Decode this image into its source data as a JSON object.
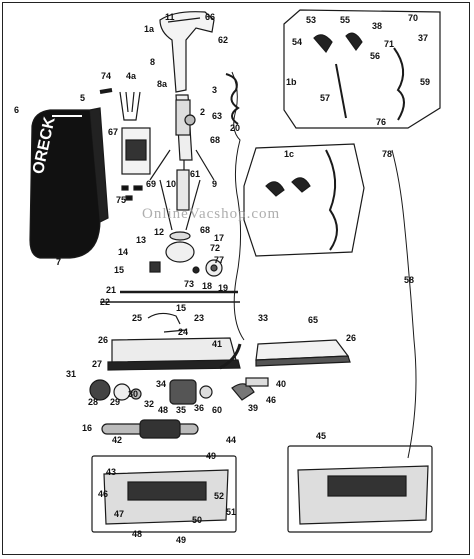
{
  "watermark": "OnlineVacshop.com",
  "brand_text": "ORECK",
  "part_numbers": [
    "1a",
    "1b",
    "1c",
    "2",
    "3",
    "4a",
    "5",
    "6",
    "7",
    "8",
    "8a",
    "9",
    "10",
    "11",
    "12",
    "13",
    "14",
    "15",
    "16",
    "17",
    "18",
    "19",
    "20",
    "21",
    "22",
    "23",
    "24",
    "25",
    "26",
    "27",
    "28",
    "29",
    "30",
    "31",
    "32",
    "33",
    "34",
    "35",
    "36",
    "37",
    "38",
    "39",
    "40",
    "41",
    "42",
    "43",
    "44",
    "45",
    "46",
    "47",
    "48",
    "49",
    "50",
    "51",
    "52",
    "53",
    "54",
    "55",
    "56",
    "57",
    "58",
    "59",
    "60",
    "61",
    "62",
    "63",
    "65",
    "66",
    "67",
    "68",
    "69",
    "70",
    "71",
    "72",
    "73",
    "74",
    "75",
    "76",
    "77",
    "78"
  ],
  "labels": [
    {
      "id": "66",
      "text": "66"
    },
    {
      "id": "11",
      "text": "11"
    },
    {
      "id": "1a",
      "text": "1a"
    },
    {
      "id": "62",
      "text": "62"
    },
    {
      "id": "8",
      "text": "8"
    },
    {
      "id": "8a",
      "text": "8a"
    },
    {
      "id": "3",
      "text": "3"
    },
    {
      "id": "2",
      "text": "2"
    },
    {
      "id": "63",
      "text": "63"
    },
    {
      "id": "68a",
      "text": "68"
    },
    {
      "id": "20",
      "text": "20"
    },
    {
      "id": "74",
      "text": "74"
    },
    {
      "id": "4a",
      "text": "4a"
    },
    {
      "id": "5",
      "text": "5"
    },
    {
      "id": "6",
      "text": "6"
    },
    {
      "id": "67",
      "text": "67"
    },
    {
      "id": "69",
      "text": "69"
    },
    {
      "id": "10",
      "text": "10"
    },
    {
      "id": "61",
      "text": "61"
    },
    {
      "id": "9",
      "text": "9"
    },
    {
      "id": "75",
      "text": "75"
    },
    {
      "id": "7",
      "text": "7"
    },
    {
      "id": "12",
      "text": "12"
    },
    {
      "id": "68b",
      "text": "68"
    },
    {
      "id": "13",
      "text": "13"
    },
    {
      "id": "14",
      "text": "14"
    },
    {
      "id": "17",
      "text": "17"
    },
    {
      "id": "72",
      "text": "72"
    },
    {
      "id": "77",
      "text": "77"
    },
    {
      "id": "15a",
      "text": "15"
    },
    {
      "id": "73",
      "text": "73"
    },
    {
      "id": "18",
      "text": "18"
    },
    {
      "id": "19",
      "text": "19"
    },
    {
      "id": "21",
      "text": "21"
    },
    {
      "id": "22",
      "text": "22"
    },
    {
      "id": "15b",
      "text": "15"
    },
    {
      "id": "25",
      "text": "25"
    },
    {
      "id": "23",
      "text": "23"
    },
    {
      "id": "24",
      "text": "24"
    },
    {
      "id": "26a",
      "text": "26"
    },
    {
      "id": "33",
      "text": "33"
    },
    {
      "id": "65",
      "text": "65"
    },
    {
      "id": "26b",
      "text": "26"
    },
    {
      "id": "41",
      "text": "41"
    },
    {
      "id": "27",
      "text": "27"
    },
    {
      "id": "31",
      "text": "31"
    },
    {
      "id": "28",
      "text": "28"
    },
    {
      "id": "29",
      "text": "29"
    },
    {
      "id": "30",
      "text": "30"
    },
    {
      "id": "32",
      "text": "32"
    },
    {
      "id": "34",
      "text": "34"
    },
    {
      "id": "48a",
      "text": "48"
    },
    {
      "id": "35",
      "text": "35"
    },
    {
      "id": "36",
      "text": "36"
    },
    {
      "id": "60",
      "text": "60"
    },
    {
      "id": "40",
      "text": "40"
    },
    {
      "id": "39",
      "text": "39"
    },
    {
      "id": "46a",
      "text": "46"
    },
    {
      "id": "16",
      "text": "16"
    },
    {
      "id": "42",
      "text": "42"
    },
    {
      "id": "44",
      "text": "44"
    },
    {
      "id": "49a",
      "text": "49"
    },
    {
      "id": "43",
      "text": "43"
    },
    {
      "id": "46b",
      "text": "46"
    },
    {
      "id": "47",
      "text": "47"
    },
    {
      "id": "52",
      "text": "52"
    },
    {
      "id": "50",
      "text": "50"
    },
    {
      "id": "51",
      "text": "51"
    },
    {
      "id": "48b",
      "text": "48"
    },
    {
      "id": "49b",
      "text": "49"
    },
    {
      "id": "45",
      "text": "45"
    },
    {
      "id": "58",
      "text": "58"
    },
    {
      "id": "53",
      "text": "53"
    },
    {
      "id": "55",
      "text": "55"
    },
    {
      "id": "38",
      "text": "38"
    },
    {
      "id": "70",
      "text": "70"
    },
    {
      "id": "37",
      "text": "37"
    },
    {
      "id": "54",
      "text": "54"
    },
    {
      "id": "71",
      "text": "71"
    },
    {
      "id": "56",
      "text": "56"
    },
    {
      "id": "1b",
      "text": "1b"
    },
    {
      "id": "57",
      "text": "57"
    },
    {
      "id": "59",
      "text": "59"
    },
    {
      "id": "76",
      "text": "76"
    },
    {
      "id": "1c",
      "text": "1c"
    },
    {
      "id": "78",
      "text": "78"
    }
  ]
}
